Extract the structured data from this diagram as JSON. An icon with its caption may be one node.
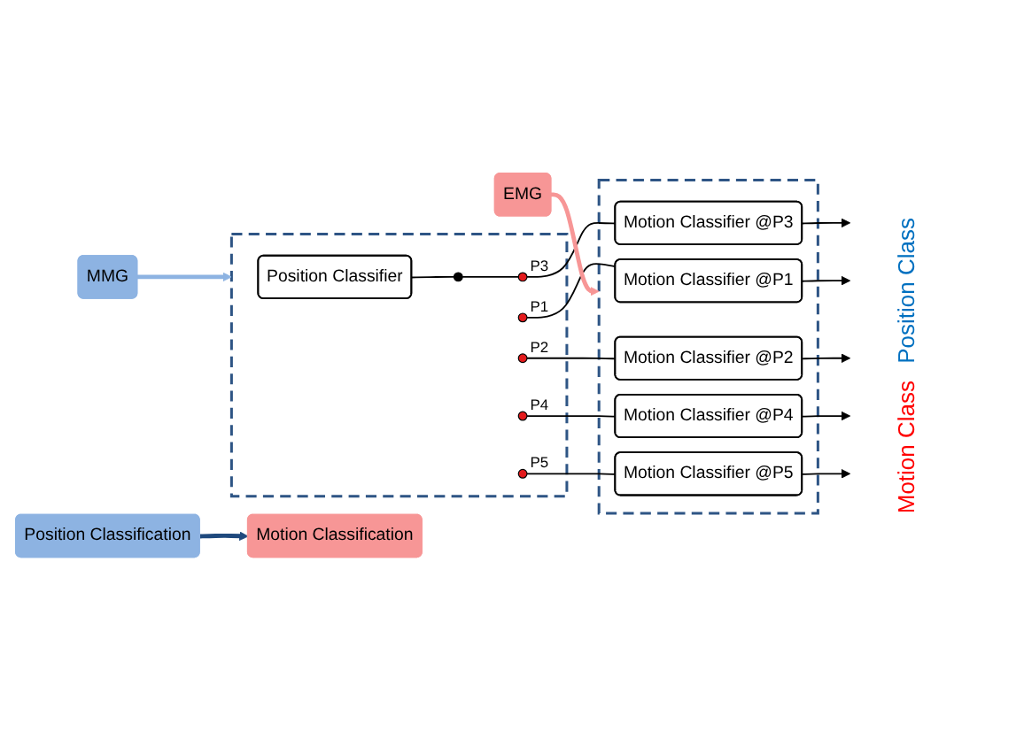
{
  "diagram": {
    "nodes": [
      {
        "text": [
          "MMG"
        ]
      },
      {
        "text": [
          "EMG"
        ]
      },
      {
        "text": [],
        "shape": "box"
      },
      {
        "text": [
          "Position Classifier"
        ],
        "in": 2
      },
      {
        "text": [],
        "shape": "circle",
        "in": 2
      },
      {
        "text": [],
        "shape": "circle",
        "in": 2,
        "beside": [
          "P1"
        ]
      },
      {
        "text": [],
        "shape": "circle",
        "in": 2,
        "beside": [
          "P2"
        ]
      },
      {
        "text": [],
        "shape": "circle",
        "in": 2,
        "beside": [
          "P3"
        ]
      },
      {
        "text": [],
        "shape": "circle",
        "in": 2,
        "beside": [
          "P4"
        ]
      },
      {
        "text": [],
        "shape": "circle",
        "in": 2,
        "beside": [
          "P5"
        ]
      },
      {
        "text": [],
        "shape": "box"
      },
      {
        "text": [
          "Motion Classifier @P1"
        ],
        "in": 10
      },
      {
        "text": [
          "Motion Classifier @P2"
        ],
        "in": 10
      },
      {
        "text": [
          "Motion Classifier @P3"
        ],
        "in": 10
      },
      {
        "text": [
          "Motion Classifier @P4"
        ],
        "in": 10
      },
      {
        "text": [
          "Motion Classifier @P5"
        ],
        "in": 10
      },
      {
        "text": [
          "Position Classification"
        ]
      },
      {
        "text": [
          "Motion Classification"
        ]
      }
    ],
    "edges": [
      {
        "from": 0,
        "to": 2,
        "arrow": "to",
        "style": "thick",
        "color": "#8db3e2"
      },
      {
        "from": 1,
        "to": 10,
        "arrow": "to",
        "style": "thick",
        "color": "#f79696"
      },
      {
        "from": 3,
        "to": 4,
        "arrow": "none"
      },
      {
        "from": 4,
        "to": 7,
        "arrow": "none"
      },
      {
        "from": 5,
        "to": 11,
        "arrow": "none"
      },
      {
        "from": 6,
        "to": 12,
        "arrow": "none"
      },
      {
        "from": 7,
        "to": 13,
        "arrow": "none"
      },
      {
        "from": 8,
        "to": 14,
        "arrow": "none"
      },
      {
        "from": 9,
        "to": 15,
        "arrow": "none"
      },
      {
        "from": 11,
        "to": null,
        "arrow": "to"
      },
      {
        "from": 12,
        "to": null,
        "arrow": "to"
      },
      {
        "from": 13,
        "to": null,
        "arrow": "to"
      },
      {
        "from": 14,
        "to": null,
        "arrow": "to"
      },
      {
        "from": 15,
        "to": null,
        "arrow": "to"
      },
      {
        "from": 16,
        "to": 17,
        "arrow": "to",
        "style": "thick",
        "color": "#1f497d"
      }
    ],
    "labels": [
      "Position Class",
      "Motion Class"
    ]
  }
}
